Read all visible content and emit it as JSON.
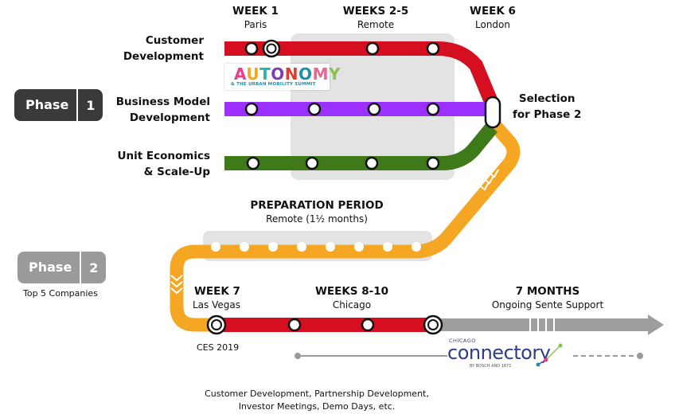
{
  "header": {
    "week1": "WEEK 1",
    "week1_city": "Paris",
    "weeks25": "WEEKS 2-5",
    "weeks25_city": "Remote",
    "week6": "WEEK 6",
    "week6_city": "London"
  },
  "tracks": {
    "customer_dev": [
      "Customer",
      "Development"
    ],
    "business_model": [
      "Business Model",
      "Development"
    ],
    "unit_economics": [
      "Unit Economics",
      "& Scale-Up"
    ]
  },
  "selection": [
    "Selection",
    "for Phase 2"
  ],
  "phase1": {
    "label": "Phase",
    "number": "1"
  },
  "phase2": {
    "label": "Phase",
    "number": "2",
    "subtitle": "Top 5 Companies"
  },
  "preparation": {
    "title": "PREPARATION PERIOD",
    "subtitle": "Remote (1½ months)"
  },
  "phase2_stops": {
    "week7": "WEEK 7",
    "week7_city": "Las Vegas",
    "weeks810": "WEEKS 8-10",
    "weeks810_city": "Chicago",
    "months7": "7 MONTHS",
    "months7_sub": "Ongoing Sente Support"
  },
  "ces": "CES 2019",
  "footer": [
    "Customer Development, Partnership Development,",
    "Investor Meetings, Demo Days, etc."
  ],
  "autonomy_logo": {
    "word": "AUTONOMY",
    "tagline": "& THE URBAN MOBILITY SUMMIT"
  },
  "connectory_logo": {
    "top": "CHICAGO",
    "word": "connectory",
    "sub": "BY BOSCH AND 1871"
  },
  "colors": {
    "red": "#d50f1f",
    "purple": "#9b30ff",
    "green": "#3f7a1a",
    "orange": "#f5a623",
    "gray_track": "#9e9e9e",
    "panel": "#e3e3e3",
    "phase1_badge": "#3a3a3a",
    "phase2_badge": "#9a9a9a"
  }
}
